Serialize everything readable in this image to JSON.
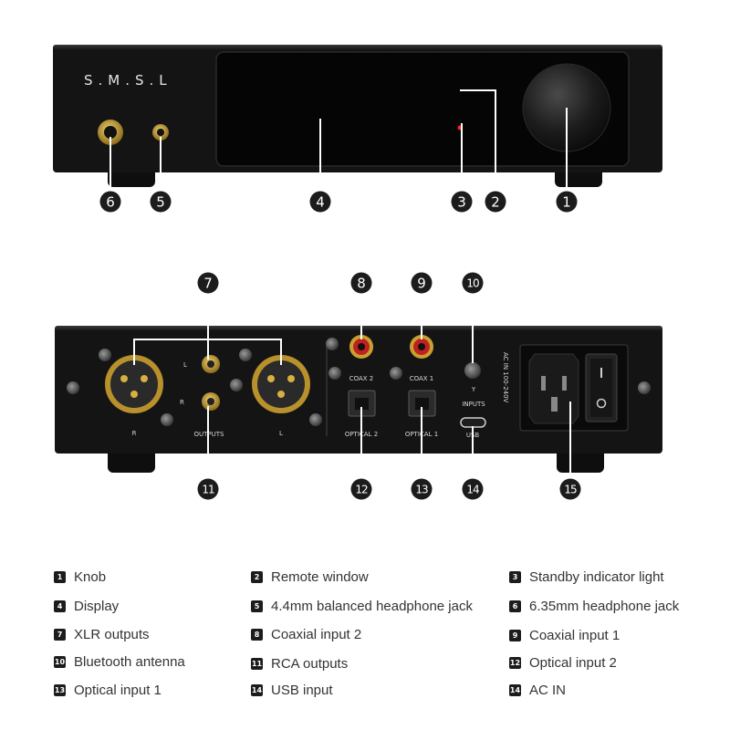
{
  "brand": "S.M.S.L",
  "front_callouts": [
    "6",
    "5",
    "4",
    "3",
    "2",
    "1"
  ],
  "rear_callouts": [
    "7",
    "8",
    "9",
    "10",
    "11",
    "12",
    "13",
    "14",
    "15"
  ],
  "rear_labels": {
    "r": "R",
    "l": "L",
    "outputs": "OUTPUTS",
    "rca_l": "L",
    "rca_r": "R",
    "coax2": "COAX 2",
    "coax1": "COAX 1",
    "optical2": "OPTICAL 2",
    "optical1": "OPTICAL 1",
    "inputs": "INPUTS",
    "usb": "USB",
    "ac_in": "AC IN 100-240V"
  },
  "legend": [
    {
      "num": "1",
      "text": "Knob"
    },
    {
      "num": "2",
      "text": "Remote window"
    },
    {
      "num": "3",
      "text": "Standby indicator light"
    },
    {
      "num": "4",
      "text": "Display"
    },
    {
      "num": "5",
      "text": "4.4mm balanced headphone jack"
    },
    {
      "num": "6",
      "text": "6.35mm headphone jack"
    },
    {
      "num": "7",
      "text": "XLR outputs"
    },
    {
      "num": "8",
      "text": "Coaxial input 2"
    },
    {
      "num": "9",
      "text": "Coaxial input 1"
    },
    {
      "num": "10",
      "text": "Bluetooth antenna"
    },
    {
      "num": "11",
      "text": "RCA outputs"
    },
    {
      "num": "12",
      "text": "Optical input 2"
    },
    {
      "num": "13",
      "text": "Optical input 1"
    },
    {
      "num": "14",
      "text": "USB input"
    },
    {
      "num": "14",
      "text": "AC IN"
    }
  ],
  "colors": {
    "chassis": "#141414",
    "gold": "#c8a030",
    "indicator": "#ff2020",
    "callout": "#1c1c1c"
  }
}
